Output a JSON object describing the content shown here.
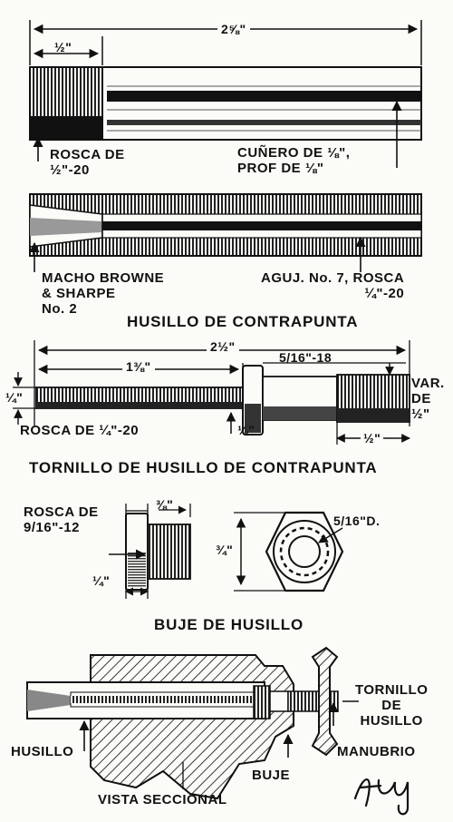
{
  "spindle": {
    "dim_overall": "2⅝\"",
    "dim_half": "½\"",
    "thread_label": "ROSCA DE\n½\"-20",
    "keyway_label": "CUÑERO DE ⅛\",\nPROF DE ⅛\"",
    "taper_label": "MACHO BROWNE\n& SHARPE\nNo. 2",
    "hole_label": "AGUJ. No. 7, ROSCA\n¼\"-20",
    "title": "HUSILLO DE CONTRAPUNTA"
  },
  "screw": {
    "dim_overall": "2½\"",
    "dim_shaft": "1⅜\"",
    "dim_thread": "5/16\"-18",
    "dim_dia": "¼\"",
    "thread_label": "ROSCA DE ¼\"-20",
    "dim_collar": "⅛\"",
    "var_label": "VAR.\nDE\n½\"",
    "dim_end": "½\"",
    "title": "TORNILLO DE HUSILLO DE CONTRAPUNTA"
  },
  "bushing": {
    "thread_label": "ROSCA DE\n9/16\"-12",
    "dim_width": "⅜\"",
    "dim_head": "¼\"",
    "dim_hole": "5/16\"D.",
    "dim_height": "¾\"",
    "title": "BUJE DE HUSILLO"
  },
  "section": {
    "label_spindle": "HUSILLO",
    "label_screw": "TORNILLO\nDE\nHUSILLO",
    "label_handle": "MANUBRIO",
    "label_bushing": "BUJE",
    "title": "VISTA SECCIONAL"
  },
  "signature": "Huy"
}
